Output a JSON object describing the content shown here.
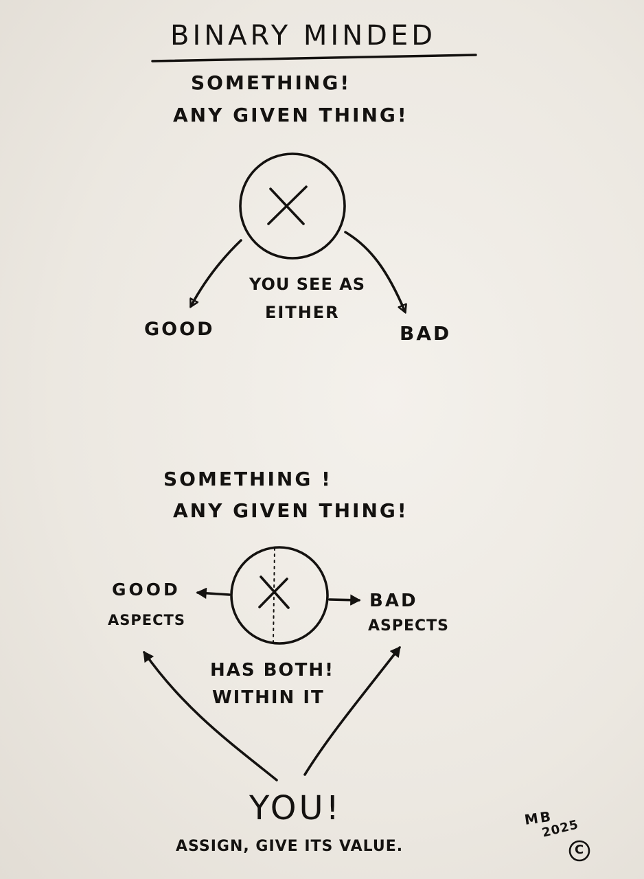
{
  "title": "BINARY MINDED",
  "top": {
    "line1": "SOMETHING!",
    "line2": "ANY GIVEN THING!",
    "circle_mark": "X",
    "left_label": "GOOD",
    "right_label": "BAD",
    "center_line1": "YOU SEE AS",
    "center_line2": "EITHER"
  },
  "bottom": {
    "line1": "SOMETHING !",
    "line2": "ANY GIVEN THING!",
    "circle_mark": "X",
    "left_line1": "GOOD",
    "left_line2": "ASPECTS",
    "right_line1": "BAD",
    "right_line2": "ASPECTS",
    "center_line1": "HAS BOTH!",
    "center_line2": "WITHIN IT",
    "you": "YOU!",
    "caption": "ASSIGN, GIVE ITS VALUE."
  },
  "signature": {
    "initials": "MB",
    "year": "2025",
    "copyright": "©"
  },
  "colors": {
    "paper": "#ece8e1",
    "ink": "#141210"
  }
}
